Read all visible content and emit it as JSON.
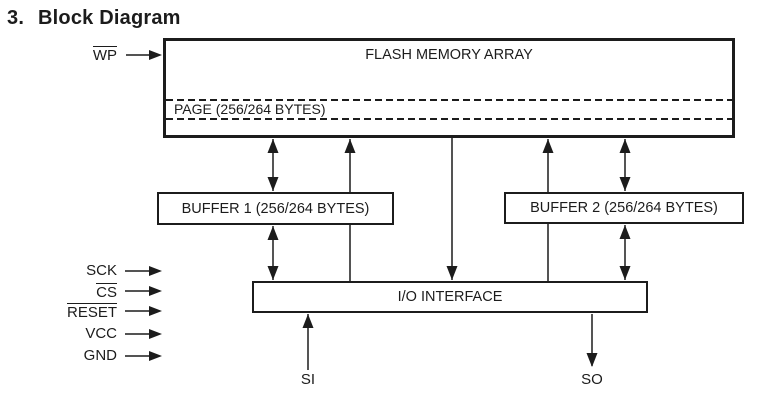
{
  "title": {
    "number": "3.",
    "text": "Block Diagram"
  },
  "blocks": {
    "flash": {
      "label": "FLASH MEMORY ARRAY",
      "page_label": "PAGE (256/264 BYTES)"
    },
    "buffer1": {
      "label": "BUFFER 1 (256/264 BYTES)"
    },
    "buffer2": {
      "label": "BUFFER 2 (256/264 BYTES)"
    },
    "io": {
      "label": "I/O INTERFACE"
    }
  },
  "signals": {
    "wp": {
      "label": "WP",
      "overline": true
    },
    "left": [
      {
        "label": "SCK",
        "overline": false
      },
      {
        "label": "CS",
        "overline": true
      },
      {
        "label": "RESET",
        "overline": true
      },
      {
        "label": "VCC",
        "overline": false
      },
      {
        "label": "GND",
        "overline": false
      }
    ],
    "si": {
      "label": "SI"
    },
    "so": {
      "label": "SO"
    }
  },
  "colors": {
    "ink": "#1c1c1c",
    "background": "#ffffff"
  }
}
